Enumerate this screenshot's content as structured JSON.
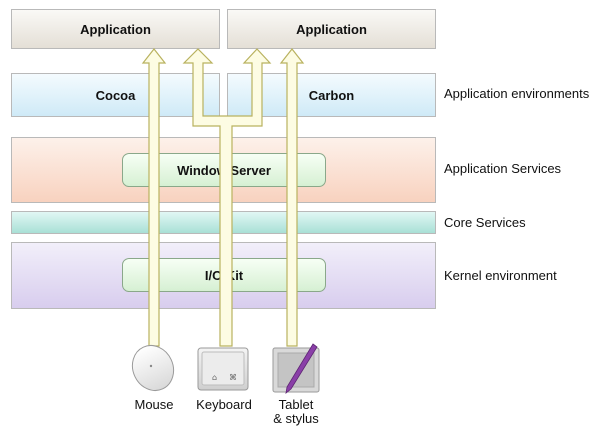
{
  "layers": {
    "app_left": "Application",
    "app_right": "Application",
    "cocoa": "Cocoa",
    "carbon": "Carbon",
    "window_server": "Window Server",
    "io_kit": "I/O Kit"
  },
  "side_labels": {
    "app_environments": "Application environments",
    "app_services": "Application Services",
    "core_services": "Core Services",
    "kernel_environment": "Kernel environment"
  },
  "devices": {
    "mouse": "Mouse",
    "keyboard": "Keyboard",
    "tablet_line1": "Tablet",
    "tablet_line2": "& stylus"
  },
  "colors": {
    "arrow_fill": "#fdfce3",
    "arrow_stroke": "#b9b25f",
    "stylus": "#8a3fa8"
  },
  "icons": [
    "mouse-icon",
    "keyboard-icon",
    "tablet-icon"
  ]
}
